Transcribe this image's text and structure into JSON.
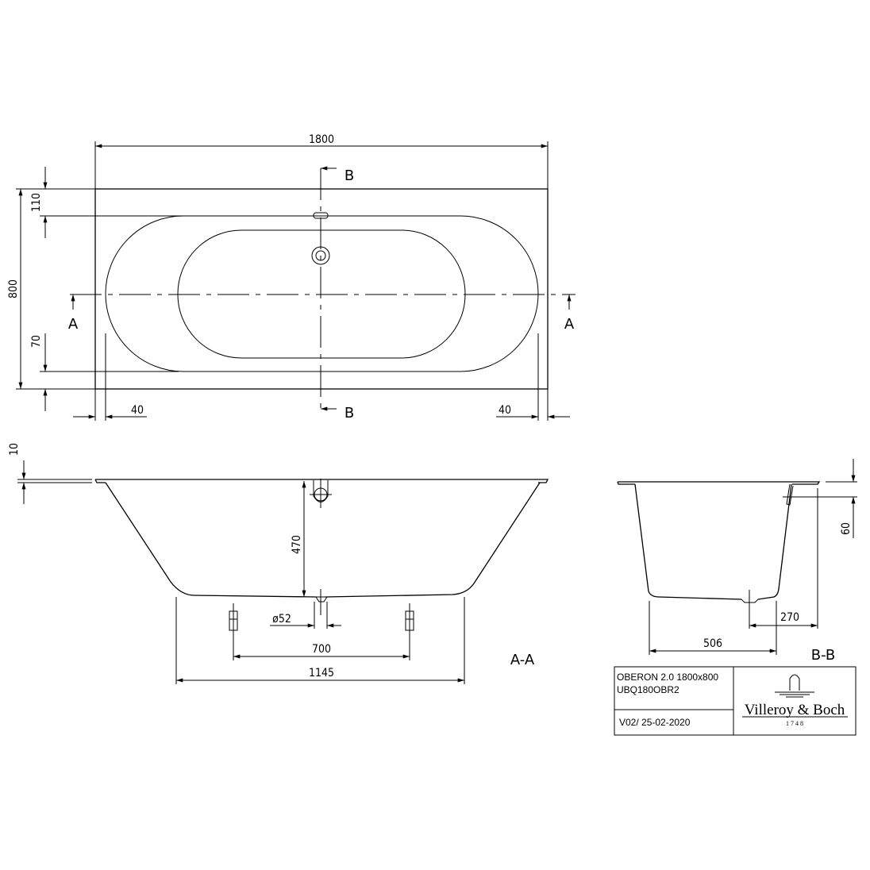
{
  "top_view": {
    "dims": {
      "length": "1800",
      "width": "800",
      "top_rim": "110",
      "bottom_rim": "70",
      "left_rim": "40",
      "right_rim": "40"
    },
    "section_markers": {
      "a_left": "A",
      "a_right": "A",
      "b_top": "B",
      "b_bottom": "B"
    }
  },
  "section_aa": {
    "label": "A-A",
    "dims": {
      "rim": "10",
      "depth": "470",
      "drain": "ø52",
      "feet_spacing": "700",
      "base_length": "1145"
    }
  },
  "section_bb": {
    "label": "B-B",
    "dims": {
      "overflow": "60",
      "drain_offset": "270",
      "base_width": "506"
    }
  },
  "title_block": {
    "product": "OBERON 2.0 1800x800",
    "code": "UBQ180OBR2",
    "version": "V02/ 25-02-2020",
    "brand": "Villeroy & Boch",
    "year": "1748"
  }
}
